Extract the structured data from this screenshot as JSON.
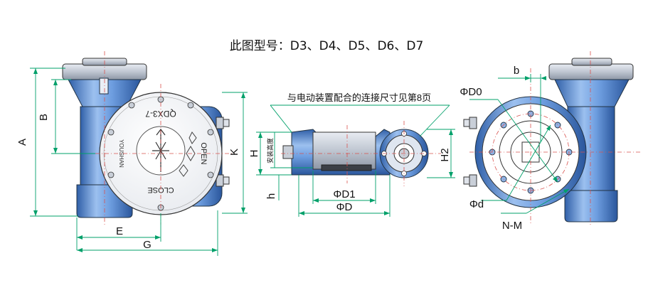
{
  "title": "此图型号：D3、D4、D5、D6、D7",
  "callout": "与电动装置配合的连接尺寸见第8页",
  "install_height": "安装高度",
  "face": {
    "model": "QDX3-7",
    "open": "OPEN",
    "close": "CLOSE",
    "brand": "YOUSHAN"
  },
  "dims": {
    "A": "A",
    "B": "B",
    "E": "E",
    "G": "G",
    "K": "K",
    "H": "H",
    "h": "h",
    "D1": "ΦD1",
    "D": "ΦD",
    "H2": "H2",
    "D0": "ΦD0",
    "b": "b",
    "d": "Φd",
    "NM": "N-M"
  },
  "colors": {
    "body_blue": "#5b8fd6",
    "dim_green": "#00a06a",
    "center_red": "#d9534f"
  }
}
